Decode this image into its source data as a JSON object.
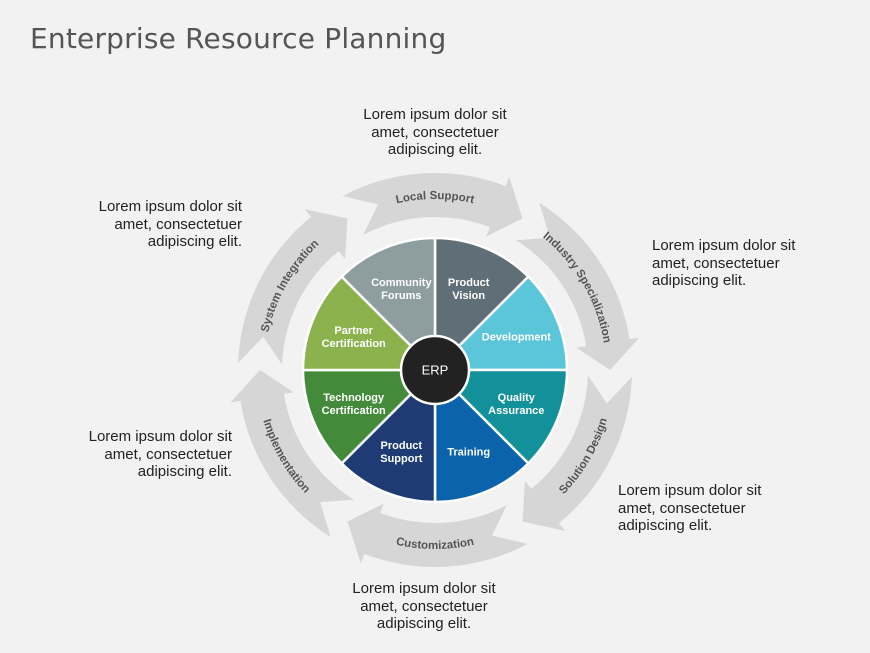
{
  "title": "Enterprise Resource Planning",
  "center_label": "ERP",
  "segments": [
    {
      "lines": [
        "Product",
        "Vision"
      ],
      "color": "#5f6e77"
    },
    {
      "lines": [
        "Development"
      ],
      "color": "#5bc5da"
    },
    {
      "lines": [
        "Quality",
        "Assurance"
      ],
      "color": "#12919a"
    },
    {
      "lines": [
        "Training"
      ],
      "color": "#0b63ab"
    },
    {
      "lines": [
        "Product",
        "Support"
      ],
      "color": "#1f3b73"
    },
    {
      "lines": [
        "Technology",
        "Certification"
      ],
      "color": "#438b3a"
    },
    {
      "lines": [
        "Partner",
        "Certification"
      ],
      "color": "#8bb24d"
    },
    {
      "lines": [
        "Community",
        "Forums"
      ],
      "color": "#8e9ea0"
    }
  ],
  "ring_labels": [
    {
      "id": "local-support",
      "text": "Local Support"
    },
    {
      "id": "industry-specialization",
      "text": "Industry Specialization"
    },
    {
      "id": "solution-design",
      "text": "Solution Design"
    },
    {
      "id": "customization",
      "text": "Customization"
    },
    {
      "id": "implementation",
      "text": "Implementation"
    },
    {
      "id": "system-integration",
      "text": "System Integration"
    }
  ],
  "notes": {
    "top": [
      "Lorem ipsum dolor sit",
      "amet, consectetuer",
      "adipiscing elit."
    ],
    "top_right": [
      "Lorem ipsum dolor sit",
      "amet, consectetuer",
      "adipiscing elit."
    ],
    "bottom_right": [
      "Lorem ipsum dolor sit",
      "amet, consectetuer",
      "adipiscing elit."
    ],
    "bottom": [
      "Lorem ipsum dolor sit",
      "amet, consectetuer",
      "adipiscing elit."
    ],
    "bottom_left": [
      "Lorem ipsum dolor sit",
      "amet, consectetuer",
      "adipiscing elit."
    ],
    "top_left": [
      "Lorem ipsum dolor sit",
      "amet, consectetuer",
      "adipiscing elit."
    ]
  },
  "colors": {
    "ring": "#d6d6d6",
    "hub": "#222222",
    "title": "#555555"
  }
}
